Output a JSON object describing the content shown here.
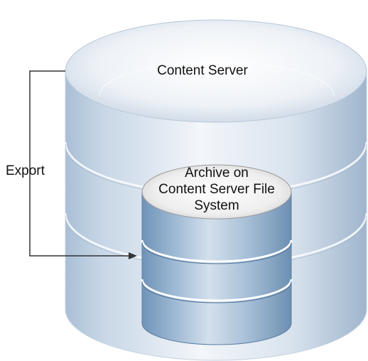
{
  "outer_cylinder": {
    "label": "Content Server"
  },
  "inner_cylinder": {
    "label": "Archive on\nContent Server File\nSystem"
  },
  "export_arrow": {
    "label": "Export"
  }
}
